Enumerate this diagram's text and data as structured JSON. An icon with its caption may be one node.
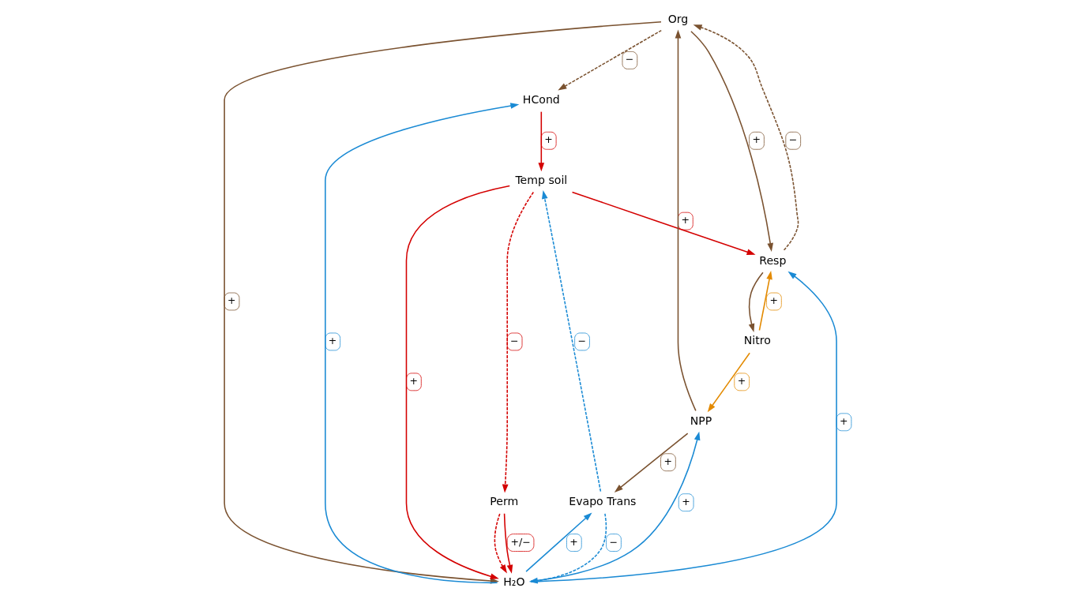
{
  "diagram": {
    "nodes": [
      {
        "text": [
          "Org"
        ]
      },
      {
        "text": [
          "HCond"
        ]
      },
      {
        "text": [
          "Resp"
        ]
      },
      {
        "text": [
          "H₂O"
        ]
      },
      {
        "text": [
          "Temp soil"
        ]
      },
      {
        "text": [
          "NPP"
        ]
      },
      {
        "text": [
          "Nitro"
        ]
      },
      {
        "text": [
          "Evapo Trans"
        ]
      },
      {
        "text": [
          "Perm"
        ]
      }
    ],
    "edges": [
      {
        "from": 4,
        "to": 2,
        "arrow": "to",
        "label": "+",
        "color": "#d40000"
      },
      {
        "from": 0,
        "to": 1,
        "arrow": "to",
        "label": "−",
        "style": "dashed",
        "color": "#7a5230"
      },
      {
        "from": 0,
        "to": 2,
        "arrow": "to",
        "label": "+",
        "color": "#7a5230"
      },
      {
        "from": 2,
        "to": 0,
        "arrow": "to",
        "label": "−",
        "style": "dashed",
        "color": "#7a5230"
      },
      {
        "from": 0,
        "to": 3,
        "arrow": "to",
        "label": "+",
        "color": "#7a5230"
      },
      {
        "from": 3,
        "to": 1,
        "arrow": "to",
        "label": "+",
        "color": "#1a8ad4"
      },
      {
        "from": 1,
        "to": 4,
        "arrow": "to",
        "label": "+",
        "color": "#d40000"
      },
      {
        "from": 3,
        "to": 2,
        "arrow": "to",
        "label": "+",
        "color": "#1a8ad4"
      },
      {
        "from": 4,
        "to": 3,
        "arrow": "to",
        "label": "+",
        "color": "#d40000"
      },
      {
        "from": 5,
        "to": 0,
        "arrow": "to",
        "color": "#7a5230"
      },
      {
        "from": 2,
        "to": 6,
        "arrow": "to",
        "color": "#7a5230"
      },
      {
        "from": 6,
        "to": 2,
        "arrow": "to",
        "label": "+",
        "color": "#e38a00"
      },
      {
        "from": 6,
        "to": 5,
        "arrow": "to",
        "label": "+",
        "color": "#e38a00"
      },
      {
        "from": 3,
        "to": 5,
        "arrow": "to",
        "label": "+",
        "color": "#1a8ad4"
      },
      {
        "from": 5,
        "to": 7,
        "arrow": "to",
        "label": "+",
        "color": "#7a5230"
      },
      {
        "from": 7,
        "to": 3,
        "arrow": "to",
        "label": "−",
        "style": "dashed",
        "color": "#1a8ad4"
      },
      {
        "from": 3,
        "to": 7,
        "arrow": "to",
        "label": "+",
        "color": "#1a8ad4"
      },
      {
        "from": 8,
        "to": 3,
        "arrow": "to",
        "label": "+/−",
        "color": "#d40000"
      },
      {
        "from": 8,
        "to": 3,
        "arrow": "to",
        "style": "dashed",
        "color": "#d40000"
      },
      {
        "from": 4,
        "to": 8,
        "arrow": "to",
        "label": "−",
        "style": "dashed",
        "color": "#d40000"
      },
      {
        "from": 7,
        "to": 4,
        "arrow": "to",
        "label": "−",
        "style": "dashed",
        "color": "#1a8ad4"
      }
    ]
  }
}
